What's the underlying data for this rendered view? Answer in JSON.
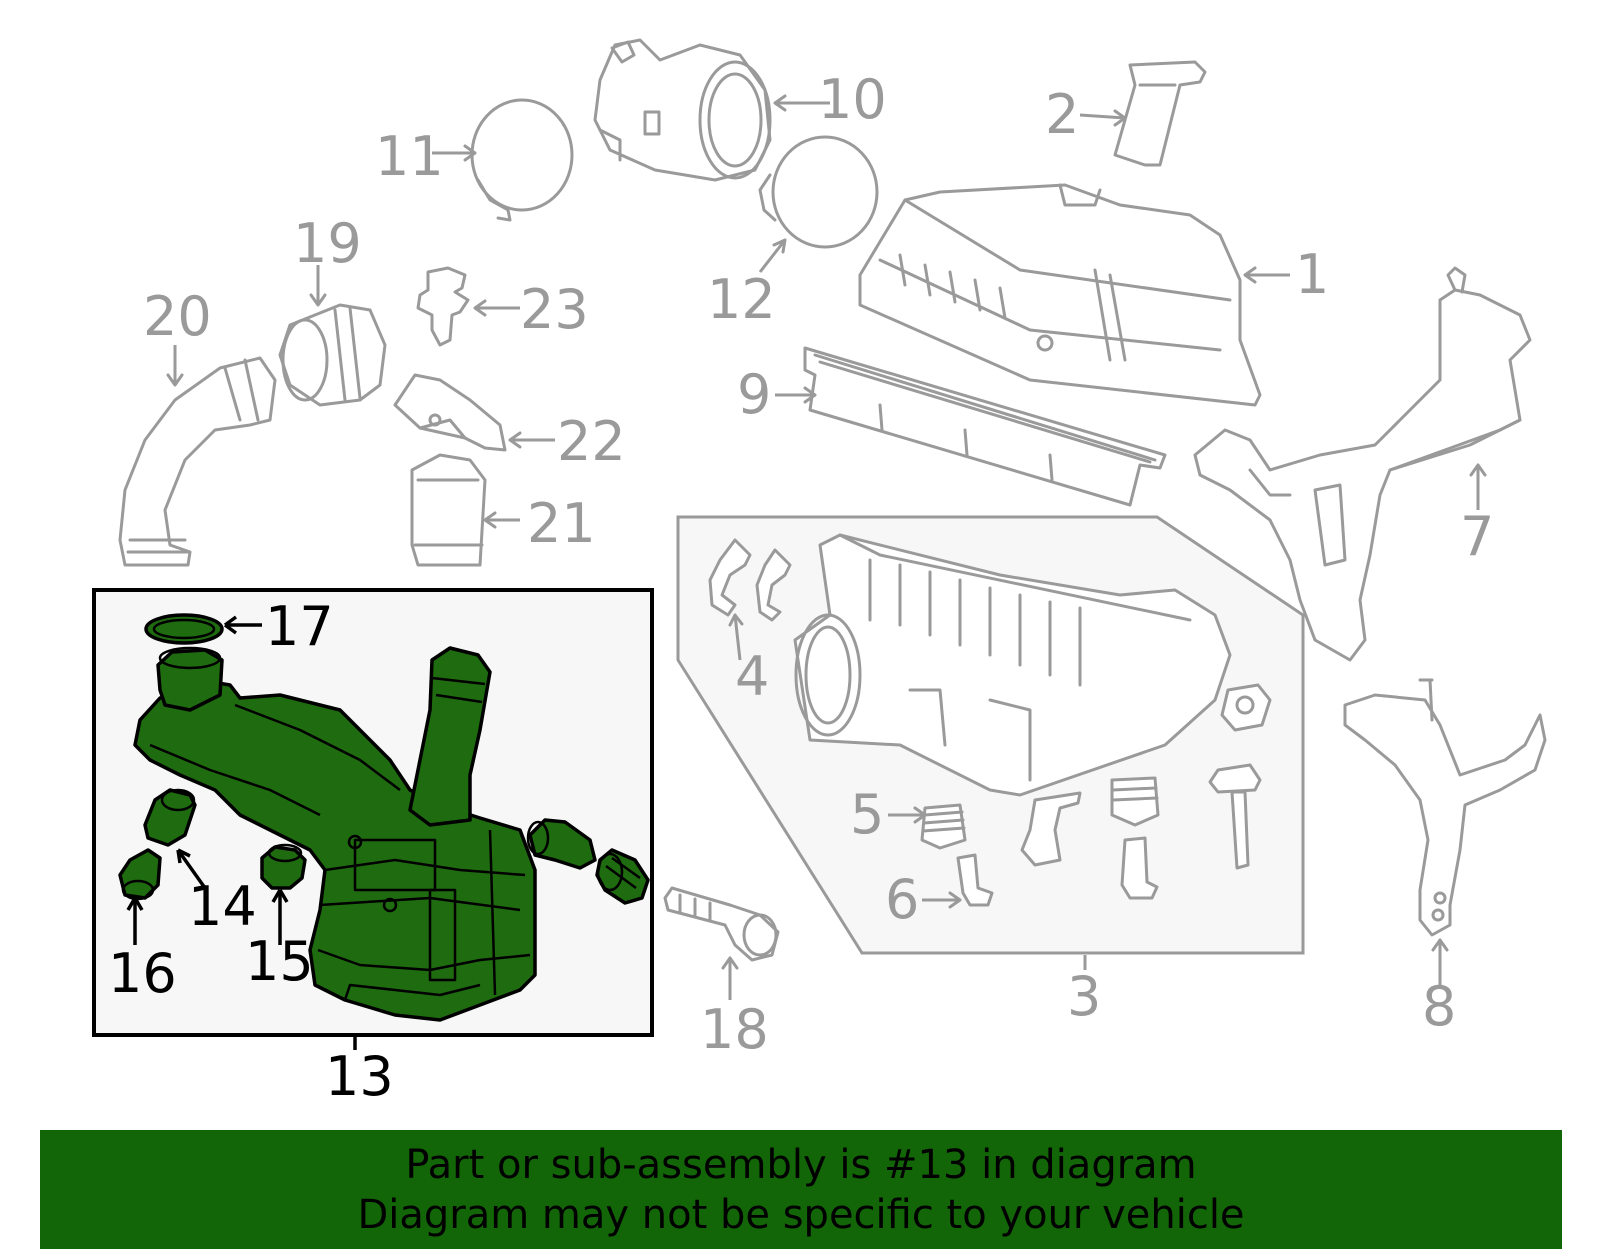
{
  "colors": {
    "part_stroke": "#9a9a9a",
    "highlight_fill": "#1f6b0f",
    "highlight_stroke": "#000000",
    "banner_background": "#136607",
    "banner_text": "#000000"
  },
  "callouts": {
    "c1": "1",
    "c2": "2",
    "c3": "3",
    "c4": "4",
    "c5": "5",
    "c6": "6",
    "c7": "7",
    "c8": "8",
    "c9": "9",
    "c10": "10",
    "c11": "11",
    "c12": "12",
    "c13": "13",
    "c14": "14",
    "c15": "15",
    "c16": "16",
    "c17": "17",
    "c18": "18",
    "c19": "19",
    "c20": "20",
    "c21": "21",
    "c22": "22",
    "c23": "23"
  },
  "highlighted_part": "13",
  "banner": {
    "line1": "Part or sub-assembly is #13 in diagram",
    "line2": "Diagram may not be specific to your vehicle"
  }
}
